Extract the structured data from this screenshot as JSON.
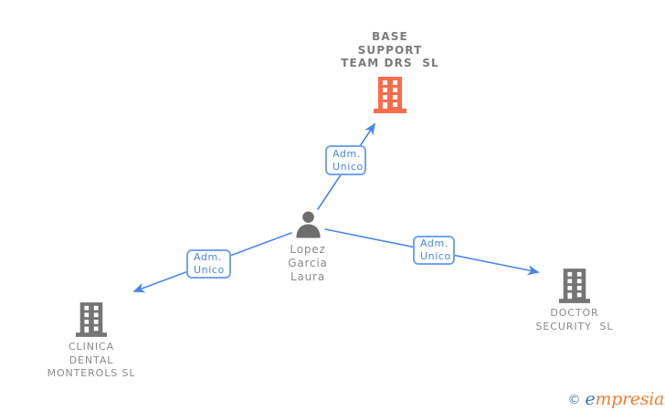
{
  "colors": {
    "arrow_blue": "#4a86e8",
    "label_box_border": "#74a4ea",
    "label_text_blue": "#4a86e8",
    "company_text_gray": "#8a8a8a",
    "highlighted_company_text_gray": "#7b7b7b",
    "building_gray": "#757575",
    "building_orange": "#f96c4a",
    "person_gray": "#6e6e6e",
    "logo_copyright_teal": "#4e8098",
    "logo_e_blue": "#2878c8",
    "logo_rest_orange": "#ef7d32"
  },
  "nodes": {
    "company_top": {
      "name": "BASE SUPPORT TEAM DRS SL",
      "name_lines": [
        "BASE",
        "SUPPORT",
        "TEAM DRS  SL"
      ],
      "icon": "building-icon"
    },
    "person": {
      "name": "Lopez Garcia Laura",
      "name_lines": [
        "Lopez",
        "Garcia",
        "Laura"
      ],
      "icon": "person-icon"
    },
    "company_left": {
      "name": "CLINICA DENTAL MONTEROLS SL",
      "name_lines": [
        "CLINICA",
        "DENTAL",
        "MONTEROLS SL"
      ],
      "icon": "building-icon"
    },
    "company_right": {
      "name": "DOCTOR SECURITY SL",
      "name_lines": [
        "DOCTOR",
        "SECURITY  SL"
      ],
      "icon": "building-icon"
    }
  },
  "edges": [
    {
      "from": "Lopez Garcia Laura",
      "to": "BASE SUPPORT TEAM DRS SL",
      "label": "Adm. Unico",
      "label_lines": [
        "Adm.",
        "Unico"
      ]
    },
    {
      "from": "Lopez Garcia Laura",
      "to": "CLINICA DENTAL MONTEROLS SL",
      "label": "Adm. Unico",
      "label_lines": [
        "Adm.",
        "Unico"
      ]
    },
    {
      "from": "Lopez Garcia Laura",
      "to": "DOCTOR SECURITY SL",
      "label": "Adm. Unico",
      "label_lines": [
        "Adm.",
        "Unico"
      ]
    }
  ],
  "watermark": {
    "copyright": "©",
    "brand_first": "e",
    "brand_rest": "mpresia"
  }
}
